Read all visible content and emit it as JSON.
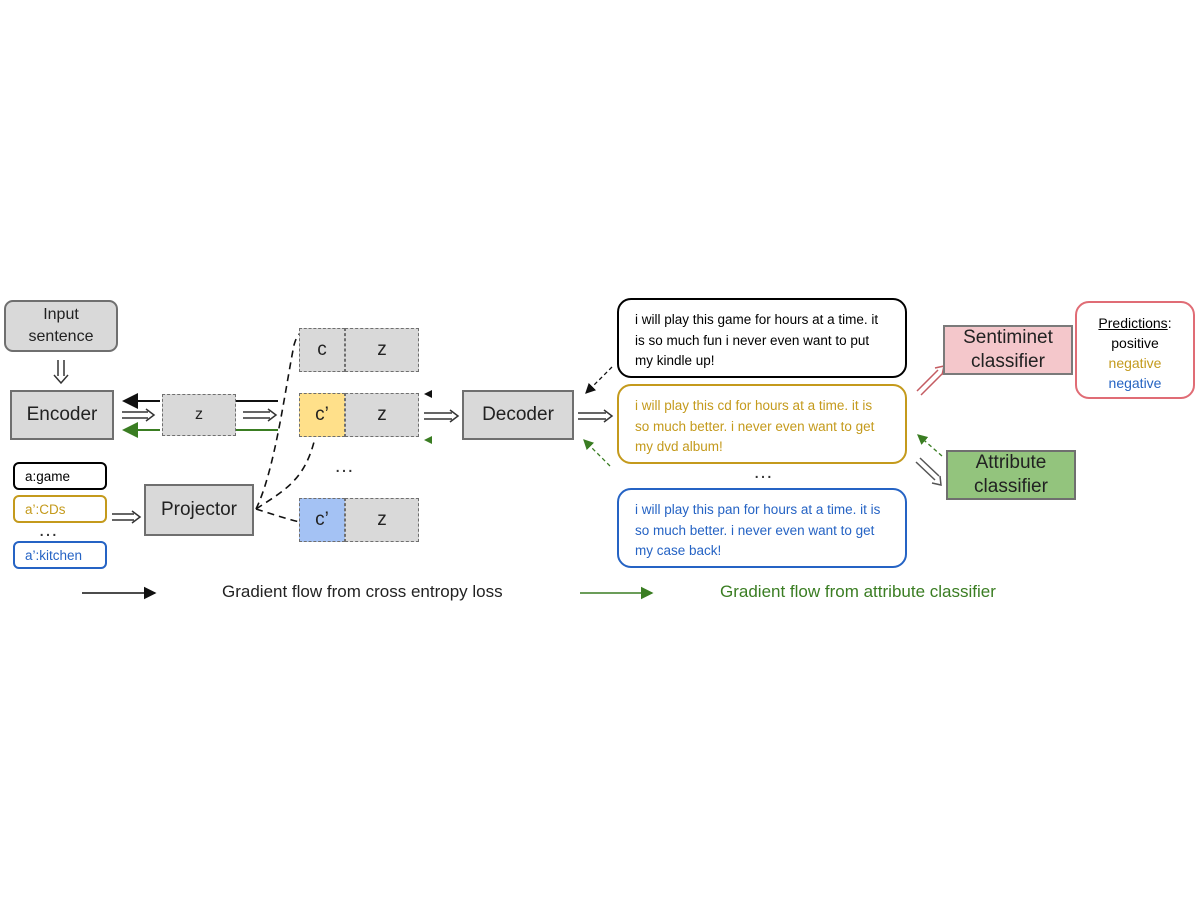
{
  "input": {
    "label": "Input sentence"
  },
  "encoder": {
    "label": "Encoder"
  },
  "latent": {
    "z": "z",
    "c": "c",
    "c_prime": "c’"
  },
  "decoder": {
    "label": "Decoder"
  },
  "projector": {
    "label": "Projector"
  },
  "attributes": [
    {
      "label": "a:game",
      "color": "#000000"
    },
    {
      "label": "a’:CDs",
      "color": "#c49a1c"
    },
    {
      "label": "a’:kitchen",
      "color": "#2563c4"
    }
  ],
  "samples": [
    {
      "text": "i will play this game for hours at a time. it is so much fun i never even want to put my kindle up!",
      "color": "#000000"
    },
    {
      "text": "i will play this cd for hours at a time. it is so much better. i never even want to get my dvd album!",
      "color": "#c49a1c"
    },
    {
      "text": "i will play this pan for hours at a time. it is so much better. i never even want to get my case back!",
      "color": "#2563c4"
    }
  ],
  "sentiment_classifier": {
    "label": "Sentiminet classifier",
    "fill": "#f4c7cb"
  },
  "attribute_classifier": {
    "label": "Attribute classifier",
    "fill": "#93c47d"
  },
  "predictions": {
    "title": "Predictions",
    "items": [
      {
        "label": "positive",
        "color": "#000000"
      },
      {
        "label": "negative",
        "color": "#c49a1c"
      },
      {
        "label": "negative",
        "color": "#2563c4"
      }
    ]
  },
  "ellipsis": "…",
  "legend": {
    "black": "Gradient flow from cross entropy loss",
    "green": "Gradient flow from attribute classifier",
    "green_color": "#3a7d22"
  }
}
